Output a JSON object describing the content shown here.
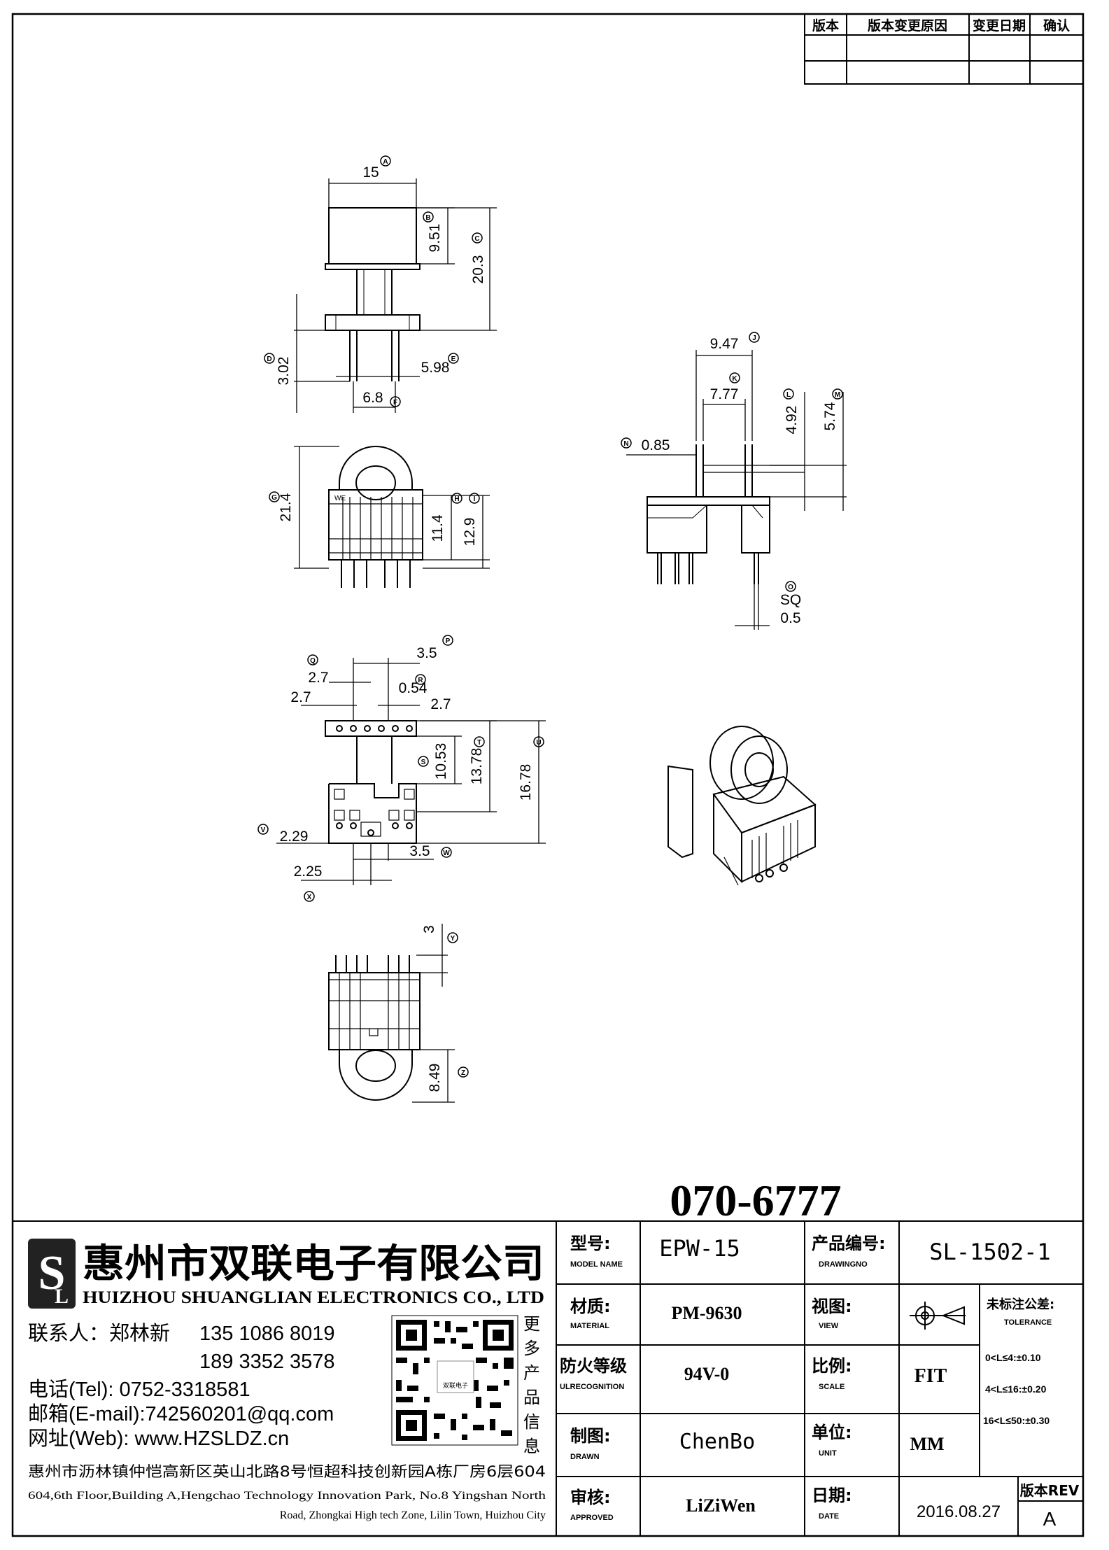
{
  "revision_table": {
    "headers": [
      "版本",
      "版本变更原因",
      "变更日期",
      "确认"
    ]
  },
  "drawing_number": "070-6777",
  "dimensions": {
    "top_width": "15",
    "top_width_tag": "A",
    "top_cap_h": "9.51",
    "top_cap_h_tag": "B",
    "top_total_h": "20.3",
    "top_total_h_tag": "C",
    "top_pin_len": "3.02",
    "top_pin_len_tag": "D",
    "top_pin_sp": "5.98",
    "top_pin_sp_tag": "E",
    "top_base_w": "6.8",
    "top_base_w_tag": "F",
    "front_total_h": "21.4",
    "front_total_h_tag": "G",
    "front_h1": "11.4",
    "front_h1_tag": "H",
    "front_h2": "12.9",
    "front_h2_tag": "I",
    "front_mark": "WE",
    "side_w1": "9.47",
    "side_w1_tag": "J",
    "side_w2": "7.77",
    "side_w2_tag": "K",
    "side_h1": "4.92",
    "side_h1_tag": "L",
    "side_h2": "5.74",
    "side_h2_tag": "M",
    "side_t": "0.85",
    "side_t_tag": "N",
    "sq_label": "SQ",
    "sq_value": "0.5",
    "sq_tag": "O",
    "bot_a": "3.5",
    "bot_a_tag": "P",
    "bot_b": "2.7",
    "bot_b_tag": "Q",
    "bot_c": "0.54",
    "bot_c_tag": "R",
    "bot_d": "2.7",
    "bot_e": "2.7",
    "bot_f": "10.53",
    "bot_f_tag": "S",
    "bot_g": "13.78",
    "bot_g_tag": "T",
    "bot_h": "16.78",
    "bot_h_tag": "U",
    "bot_i": "2.29",
    "bot_i_tag": "V",
    "bot_j": "3.5",
    "bot_j_tag": "W",
    "bot_k": "2.25",
    "bot_k_tag": "X",
    "rear_pin": "3",
    "rear_pin_tag": "Y",
    "rear_h": "8.49",
    "rear_h_tag": "Z"
  },
  "company": {
    "name_cn": "惠州市双联电子有限公司",
    "name_en": "HUIZHOU SHUANGLIAN ELECTRONICS CO., LTD",
    "contact_label": "联系人：郑林新",
    "phone1": "135 1086 8019",
    "phone2": "189 3352 3578",
    "tel": "电话(Tel): 0752-3318581",
    "email": "邮箱(E-mail):742560201@qq.com",
    "web": "网址(Web): www.HZSLDZ.cn",
    "more_info": "更多产品信息",
    "address_cn": "惠州市沥林镇仲恺高新区英山北路8号恒超科技创新园A栋厂房6层604",
    "address_en1": "604,6th Floor,Building A,Hengchao Technology Innovation Park, No.8 Yingshan North",
    "address_en2": "Road, Zhongkai High tech Zone, Lilin Town, Huizhou City"
  },
  "title_block": {
    "model_label": "型号:",
    "model_label_en": "MODEL NAME",
    "model": "EPW-15",
    "drawing_label": "产品编号:",
    "drawing_label_en": "DRAWINGNO",
    "drawing_no": "SL-1502-1",
    "material_label": "材质:",
    "material_label_en": "MATERIAL",
    "material": "PM-9630",
    "view_label": "视图:",
    "view_label_en": "VIEW",
    "tolerance_label": "未标注公差:",
    "tolerance_label_en": "TOLERANCE",
    "tol1": "0<L≤4:±0.10",
    "tol2": "4<L≤16:±0.20",
    "tol3": "16<L≤50:±0.30",
    "fire_label": "防火等级",
    "fire_label_en": "ULRECOGNITION",
    "fire": "94V-0",
    "scale_label": "比例:",
    "scale_label_en": "SCALE",
    "scale": "FIT",
    "drawn_label": "制图:",
    "drawn_label_en": "DRAWN",
    "drawn": "ChenBo",
    "unit_label": "单位:",
    "unit_label_en": "UNIT",
    "unit": "MM",
    "approved_label": "审核:",
    "approved_label_en": "APPROVED",
    "approved": "LiZiWen",
    "date_label": "日期:",
    "date_label_en": "DATE",
    "date": "2016.08.27",
    "rev_label": "版本REV",
    "rev": "A"
  },
  "qr_caption": "双联电子"
}
